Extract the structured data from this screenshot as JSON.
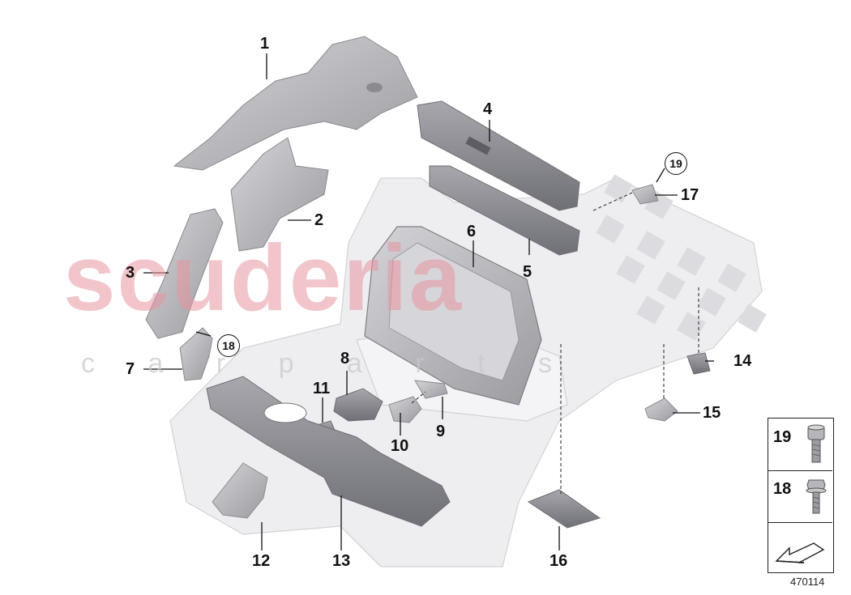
{
  "watermark": {
    "brand": "scuderia",
    "sub": "c a r p a r t s"
  },
  "callouts": [
    {
      "id": "c1",
      "label": "1"
    },
    {
      "id": "c2",
      "label": "2"
    },
    {
      "id": "c3",
      "label": "3"
    },
    {
      "id": "c4",
      "label": "4"
    },
    {
      "id": "c5",
      "label": "5"
    },
    {
      "id": "c6",
      "label": "6"
    },
    {
      "id": "c7",
      "label": "7"
    },
    {
      "id": "c8",
      "label": "8"
    },
    {
      "id": "c9",
      "label": "9"
    },
    {
      "id": "c10",
      "label": "10"
    },
    {
      "id": "c11",
      "label": "11"
    },
    {
      "id": "c12",
      "label": "12"
    },
    {
      "id": "c13",
      "label": "13"
    },
    {
      "id": "c14",
      "label": "14"
    },
    {
      "id": "c15",
      "label": "15"
    },
    {
      "id": "c16",
      "label": "16"
    },
    {
      "id": "c17",
      "label": "17"
    }
  ],
  "circled_refs": {
    "r19": "19",
    "r18": "18"
  },
  "legend": {
    "item_a": "19",
    "item_b": "18"
  },
  "drawing_number": "470114",
  "colors": {
    "part_fill": "#b9b9be",
    "part_dark": "#8e8e94",
    "body_fill": "#ececef",
    "watermark": "#e896a0"
  }
}
